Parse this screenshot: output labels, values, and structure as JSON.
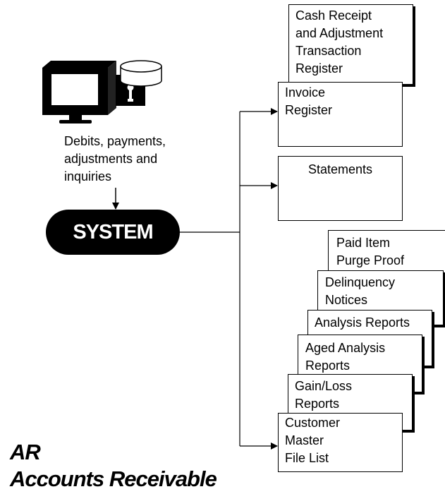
{
  "input": {
    "lines": [
      "Debits, payments,",
      "adjustments and",
      "inquiries"
    ]
  },
  "system": {
    "label": "SYSTEM"
  },
  "outputs": {
    "cash_receipt": [
      "Cash Receipt",
      "and Adjustment",
      "Transaction",
      "Register"
    ],
    "invoice": [
      "Invoice",
      "Register"
    ],
    "statements": [
      "Statements"
    ],
    "paid_item": [
      "Paid Item",
      "Purge Proof"
    ],
    "delinquency": [
      "Delinquency",
      "Notices"
    ],
    "analysis": [
      "Analysis Reports"
    ],
    "aged_analysis": [
      "Aged Analysis",
      "Reports"
    ],
    "gain_loss": [
      "Gain/Loss",
      "Reports"
    ],
    "customer_master": [
      "Customer",
      "Master",
      "File List"
    ]
  },
  "title": {
    "abbr": "AR",
    "name": "Accounts Receivable"
  },
  "icons": [
    "computer-monitor-icon",
    "floppy-disk-icon",
    "disk-pack-icon"
  ]
}
